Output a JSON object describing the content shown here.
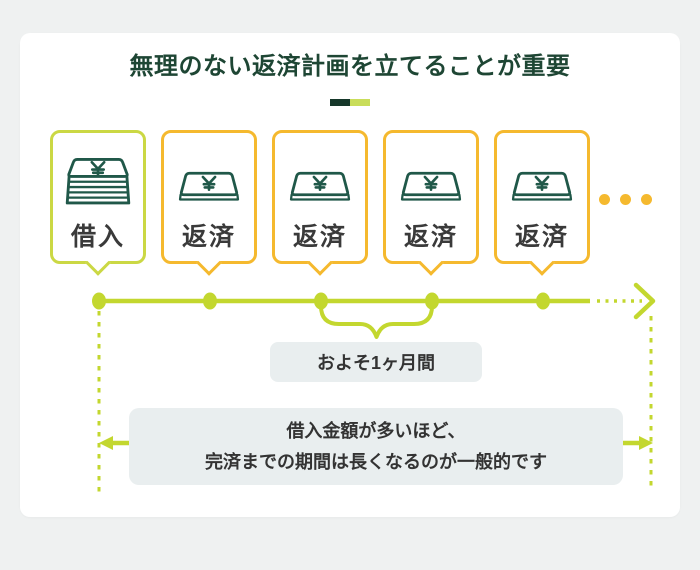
{
  "header": {
    "title": "無理のない返済計画を立てることが重要"
  },
  "bubbles": [
    {
      "label": "借入",
      "icon": "money-stack-icon",
      "variant": "lime"
    },
    {
      "label": "返済",
      "icon": "money-note-icon",
      "variant": "amber"
    },
    {
      "label": "返済",
      "icon": "money-note-icon",
      "variant": "amber"
    },
    {
      "label": "返済",
      "icon": "money-note-icon",
      "variant": "amber"
    },
    {
      "label": "返済",
      "icon": "money-note-icon",
      "variant": "amber"
    }
  ],
  "ellipsis_icon": "more-items-ellipsis",
  "timeline": {
    "duration_label": "およそ1ヶ月間"
  },
  "note": {
    "line1": "借入金額が多いほど、",
    "line2": "完済までの期間は長くなるのが一般的です"
  },
  "colors": {
    "title_green": "#1e4634",
    "underline_dark": "#16382a",
    "underline_lime": "#c9dd5a",
    "bubble_lime_border": "#cbd844",
    "bubble_amber_border": "#f5b92e",
    "icon_dark_green": "#205849",
    "timeline_lime": "#c3d72f",
    "panel_gray": "#e9eeef",
    "text_dark": "#333333",
    "card_bg": "#ffffff",
    "page_bg": "#eff1f1"
  }
}
